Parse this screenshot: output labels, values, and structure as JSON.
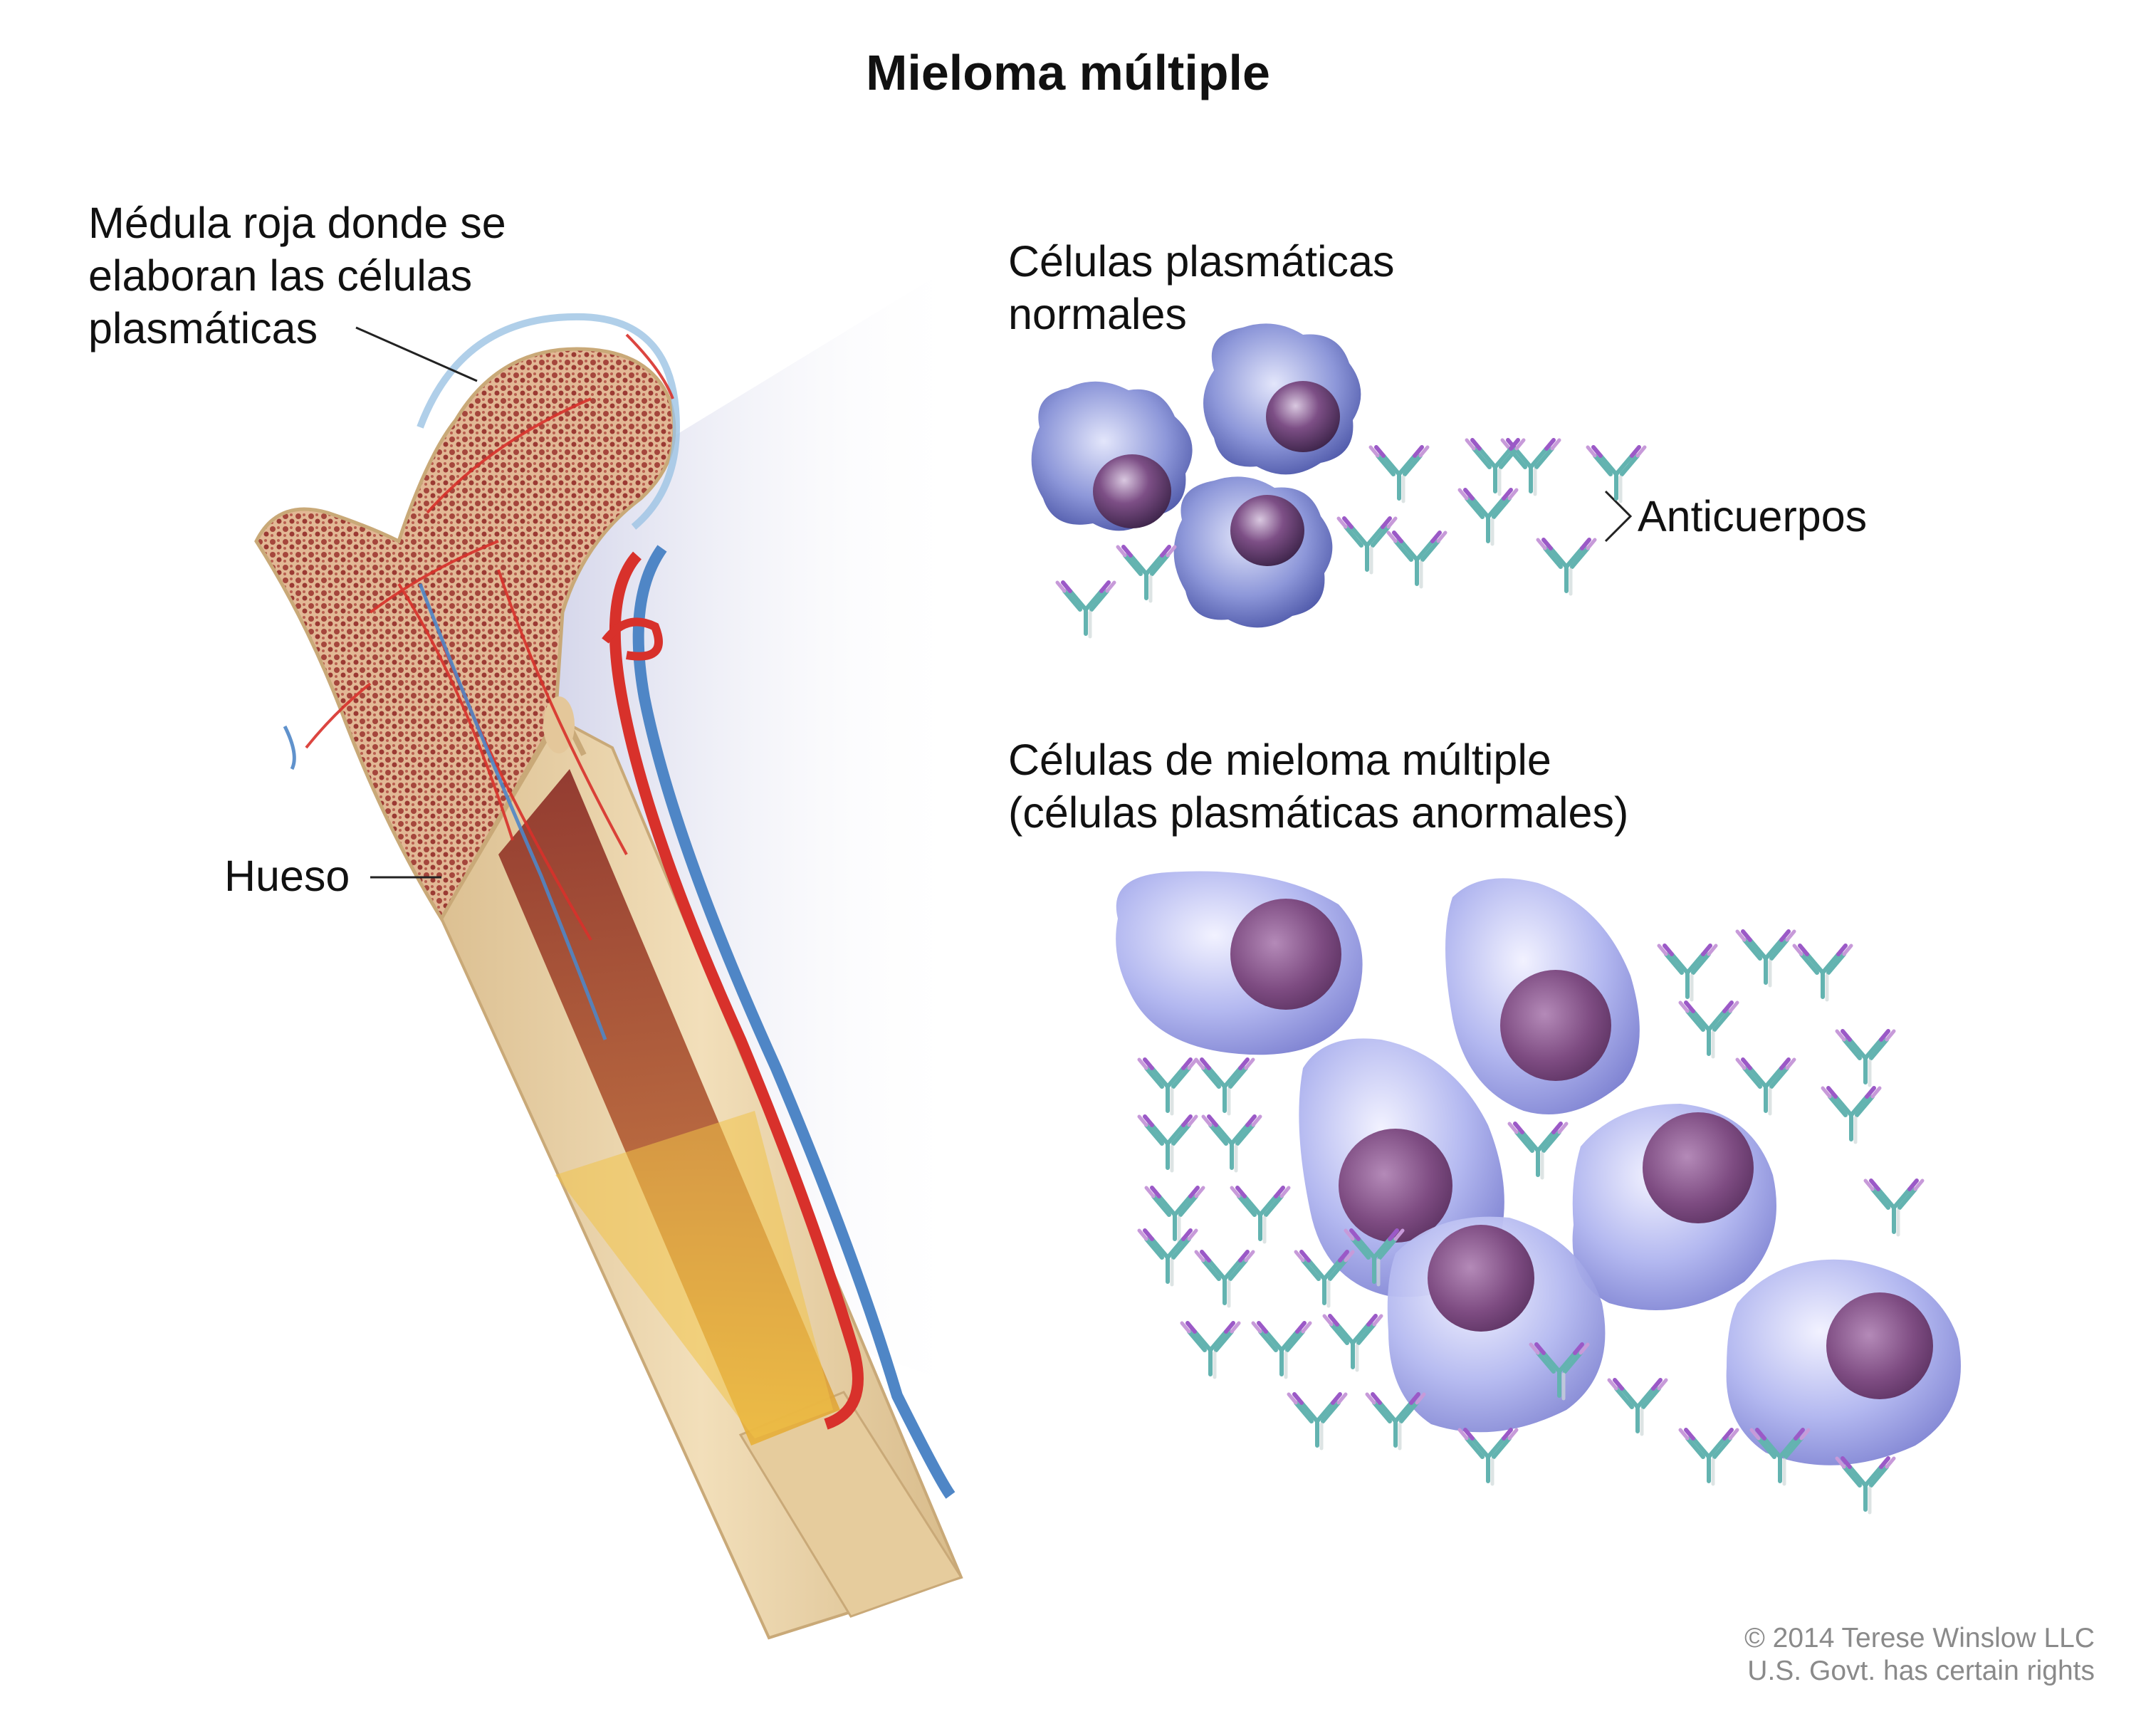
{
  "title": "Mieloma múltiple",
  "labels": {
    "marrow": [
      "Médula roja donde se",
      "elaboran las células",
      "plasmáticas"
    ],
    "bone": "Hueso",
    "normal_cells": [
      "Células plasmáticas",
      "normales"
    ],
    "antibodies": "Anticuerpos",
    "myeloma_cells": [
      "Células de mieloma múltiple",
      "(células plasmáticas anormales)"
    ]
  },
  "credit": [
    "© 2014 Terese Winslow LLC",
    "U.S. Govt. has certain rights"
  ],
  "colors": {
    "bone": "#e9d2a6",
    "marrow": "#b4584a",
    "artery": "#d8312b",
    "vein": "#4f86c6",
    "normal_cell": "#8a96d6",
    "myeloma_cell": "#aab0ee",
    "nucleus": "#7a4a7e",
    "antibody_stem": "#63b3b0",
    "antibody_tip": "#9b59c7"
  }
}
